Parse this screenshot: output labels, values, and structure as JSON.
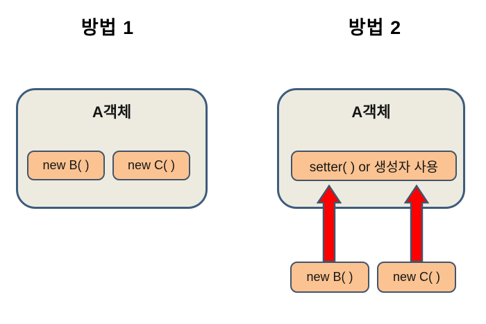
{
  "colors": {
    "container_fill": "#edebe0",
    "container_border": "#3e5c7c",
    "node_fill": "#fbc392",
    "node_border": "#44546a",
    "arrow_fill": "#fe0000",
    "arrow_border": "#44546a",
    "text": "#151515"
  },
  "method1": {
    "title": "방법 1",
    "container_label": "A객체",
    "nodes": [
      "new B( )",
      "new C( )"
    ]
  },
  "method2": {
    "title": "방법 2",
    "container_label": "A객체",
    "inner_node": "setter( ) or 생성자 사용",
    "bottom_nodes": [
      "new B( )",
      "new C( )"
    ]
  }
}
